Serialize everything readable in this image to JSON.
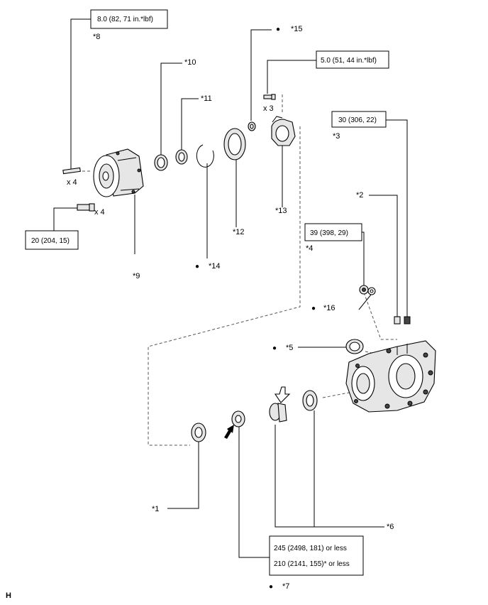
{
  "torque_specs": {
    "t8": "8.0 (82, 71 in.*lbf)",
    "t5": "5.0 (51, 44 in.*lbf)",
    "t30": "30 (306, 22)",
    "t20": "20 (204, 15)",
    "t39": "39 (398, 29)",
    "t245": "245 (2498, 181) or less",
    "t210": "210 (2141, 155)* or less"
  },
  "callouts": {
    "c1": "*1",
    "c2": "*2",
    "c3": "*3",
    "c4": "*4",
    "c5": "*5",
    "c6": "*6",
    "c7": "*7",
    "c8": "*8",
    "c9": "*9",
    "c10": "*10",
    "c11": "*11",
    "c12": "*12",
    "c13": "*13",
    "c14": "*14",
    "c15": "*15",
    "c16": "*16"
  },
  "quantities": {
    "q_stud": "x 4",
    "q_bolt": "x 4",
    "q_screw": "x 3"
  },
  "bullet": "●",
  "footer": {
    "code": "H"
  }
}
